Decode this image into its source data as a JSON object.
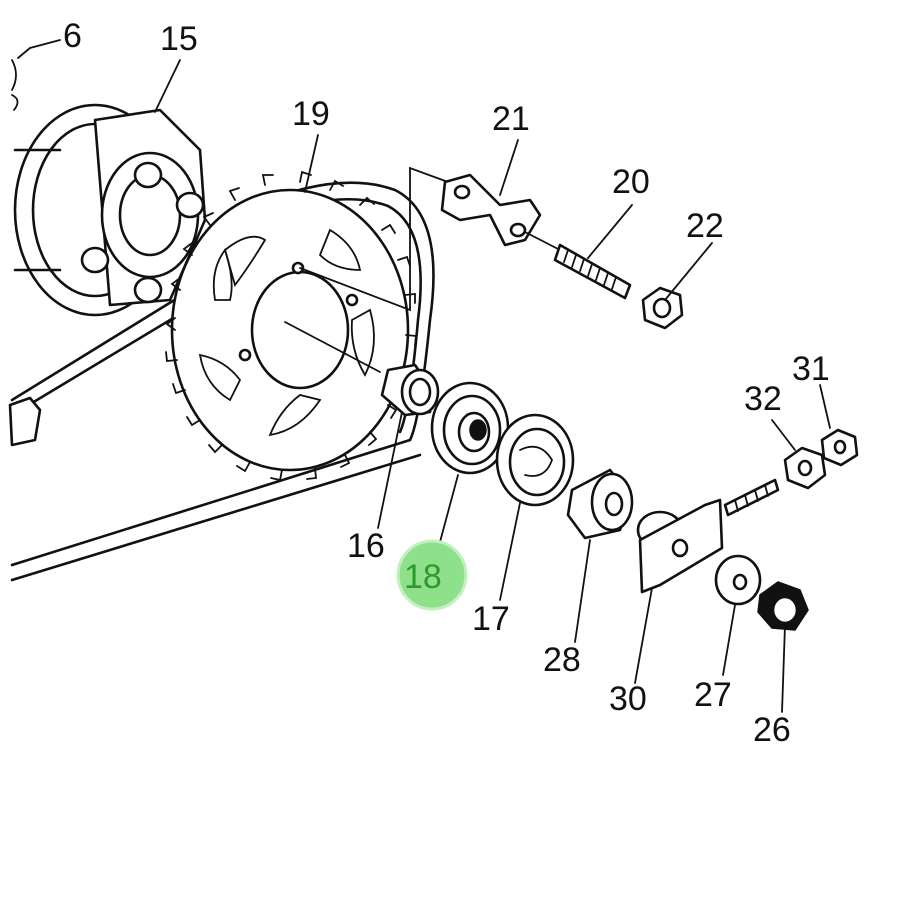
{
  "diagram": {
    "callouts": [
      {
        "id": "6",
        "label": "6"
      },
      {
        "id": "15",
        "label": "15"
      },
      {
        "id": "19",
        "label": "19"
      },
      {
        "id": "21",
        "label": "21"
      },
      {
        "id": "20",
        "label": "20"
      },
      {
        "id": "22",
        "label": "22"
      },
      {
        "id": "31",
        "label": "31"
      },
      {
        "id": "32",
        "label": "32"
      },
      {
        "id": "16",
        "label": "16"
      },
      {
        "id": "18",
        "label": "18"
      },
      {
        "id": "17",
        "label": "17"
      },
      {
        "id": "28",
        "label": "28"
      },
      {
        "id": "30",
        "label": "30"
      },
      {
        "id": "27",
        "label": "27"
      },
      {
        "id": "26",
        "label": "26"
      }
    ],
    "highlight": {
      "part": "18",
      "color": "#8fe08a",
      "text_color": "#2e9a2e"
    },
    "line_color": "#111111"
  }
}
